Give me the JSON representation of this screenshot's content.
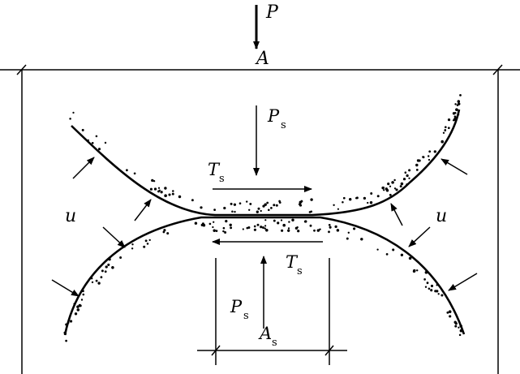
{
  "labels": {
    "load": "P",
    "area": "A",
    "contact_load": "P",
    "contact_load_sub": "s",
    "shear_top": "T",
    "shear_top_sub": "s",
    "shear_bottom": "T",
    "shear_bottom_sub": "s",
    "contact_load_bottom": "P",
    "contact_load_bottom_sub": "s",
    "contact_area": "A",
    "contact_area_sub": "s",
    "pore_pressure_left": "u",
    "pore_pressure_right": "u"
  },
  "colors": {
    "ink": "#000000",
    "background": "#ffffff"
  }
}
